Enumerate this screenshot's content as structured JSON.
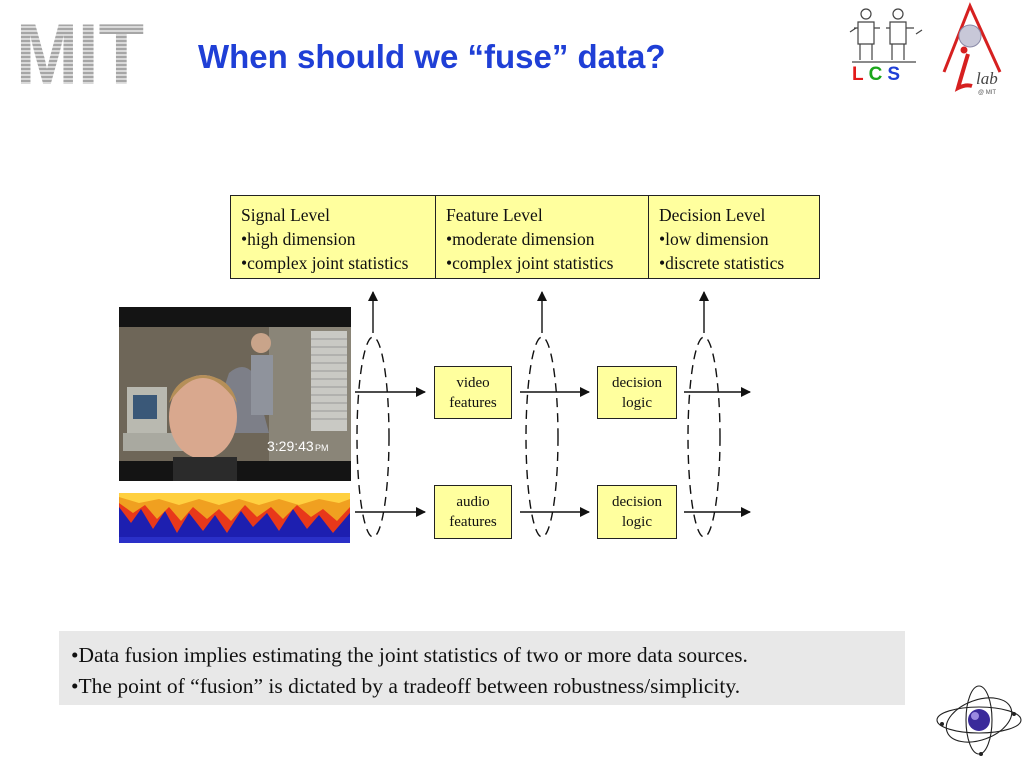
{
  "header": {
    "title": "When should we “fuse” data?",
    "logo_left": "MIT",
    "logo_right_letters": [
      "L",
      "C",
      "S"
    ],
    "logo_right_colors": [
      "#e31a1a",
      "#1aa61a",
      "#1f3fd6"
    ],
    "logo_ilab": "lab",
    "logo_ilab_sub": "@ MIT"
  },
  "levels": [
    {
      "title": "Signal Level",
      "lines": [
        "•high dimension",
        "•complex joint statistics"
      ]
    },
    {
      "title": "Feature Level",
      "lines": [
        "•moderate dimension",
        "•complex joint statistics"
      ]
    },
    {
      "title": "Decision Level",
      "lines": [
        "•low dimension",
        "•discrete statistics"
      ]
    }
  ],
  "process": {
    "video_features": [
      "video",
      "features"
    ],
    "audio_features": [
      "audio",
      "features"
    ],
    "decision_logic_top": [
      "decision",
      "logic"
    ],
    "decision_logic_bottom": [
      "decision",
      "logic"
    ]
  },
  "video": {
    "timestamp": "3:29:43",
    "timestamp_suffix": "PM"
  },
  "notes": [
    "•Data fusion implies estimating the joint statistics of two or more data sources.",
    "•The point of “fusion” is dictated by a tradeoff between robustness/simplicity."
  ],
  "colors": {
    "title": "#1f3fd6",
    "box_fill": "#ffff9e",
    "notes_bg": "#e8e8e8",
    "mit_logo": "#a8a8a8"
  }
}
